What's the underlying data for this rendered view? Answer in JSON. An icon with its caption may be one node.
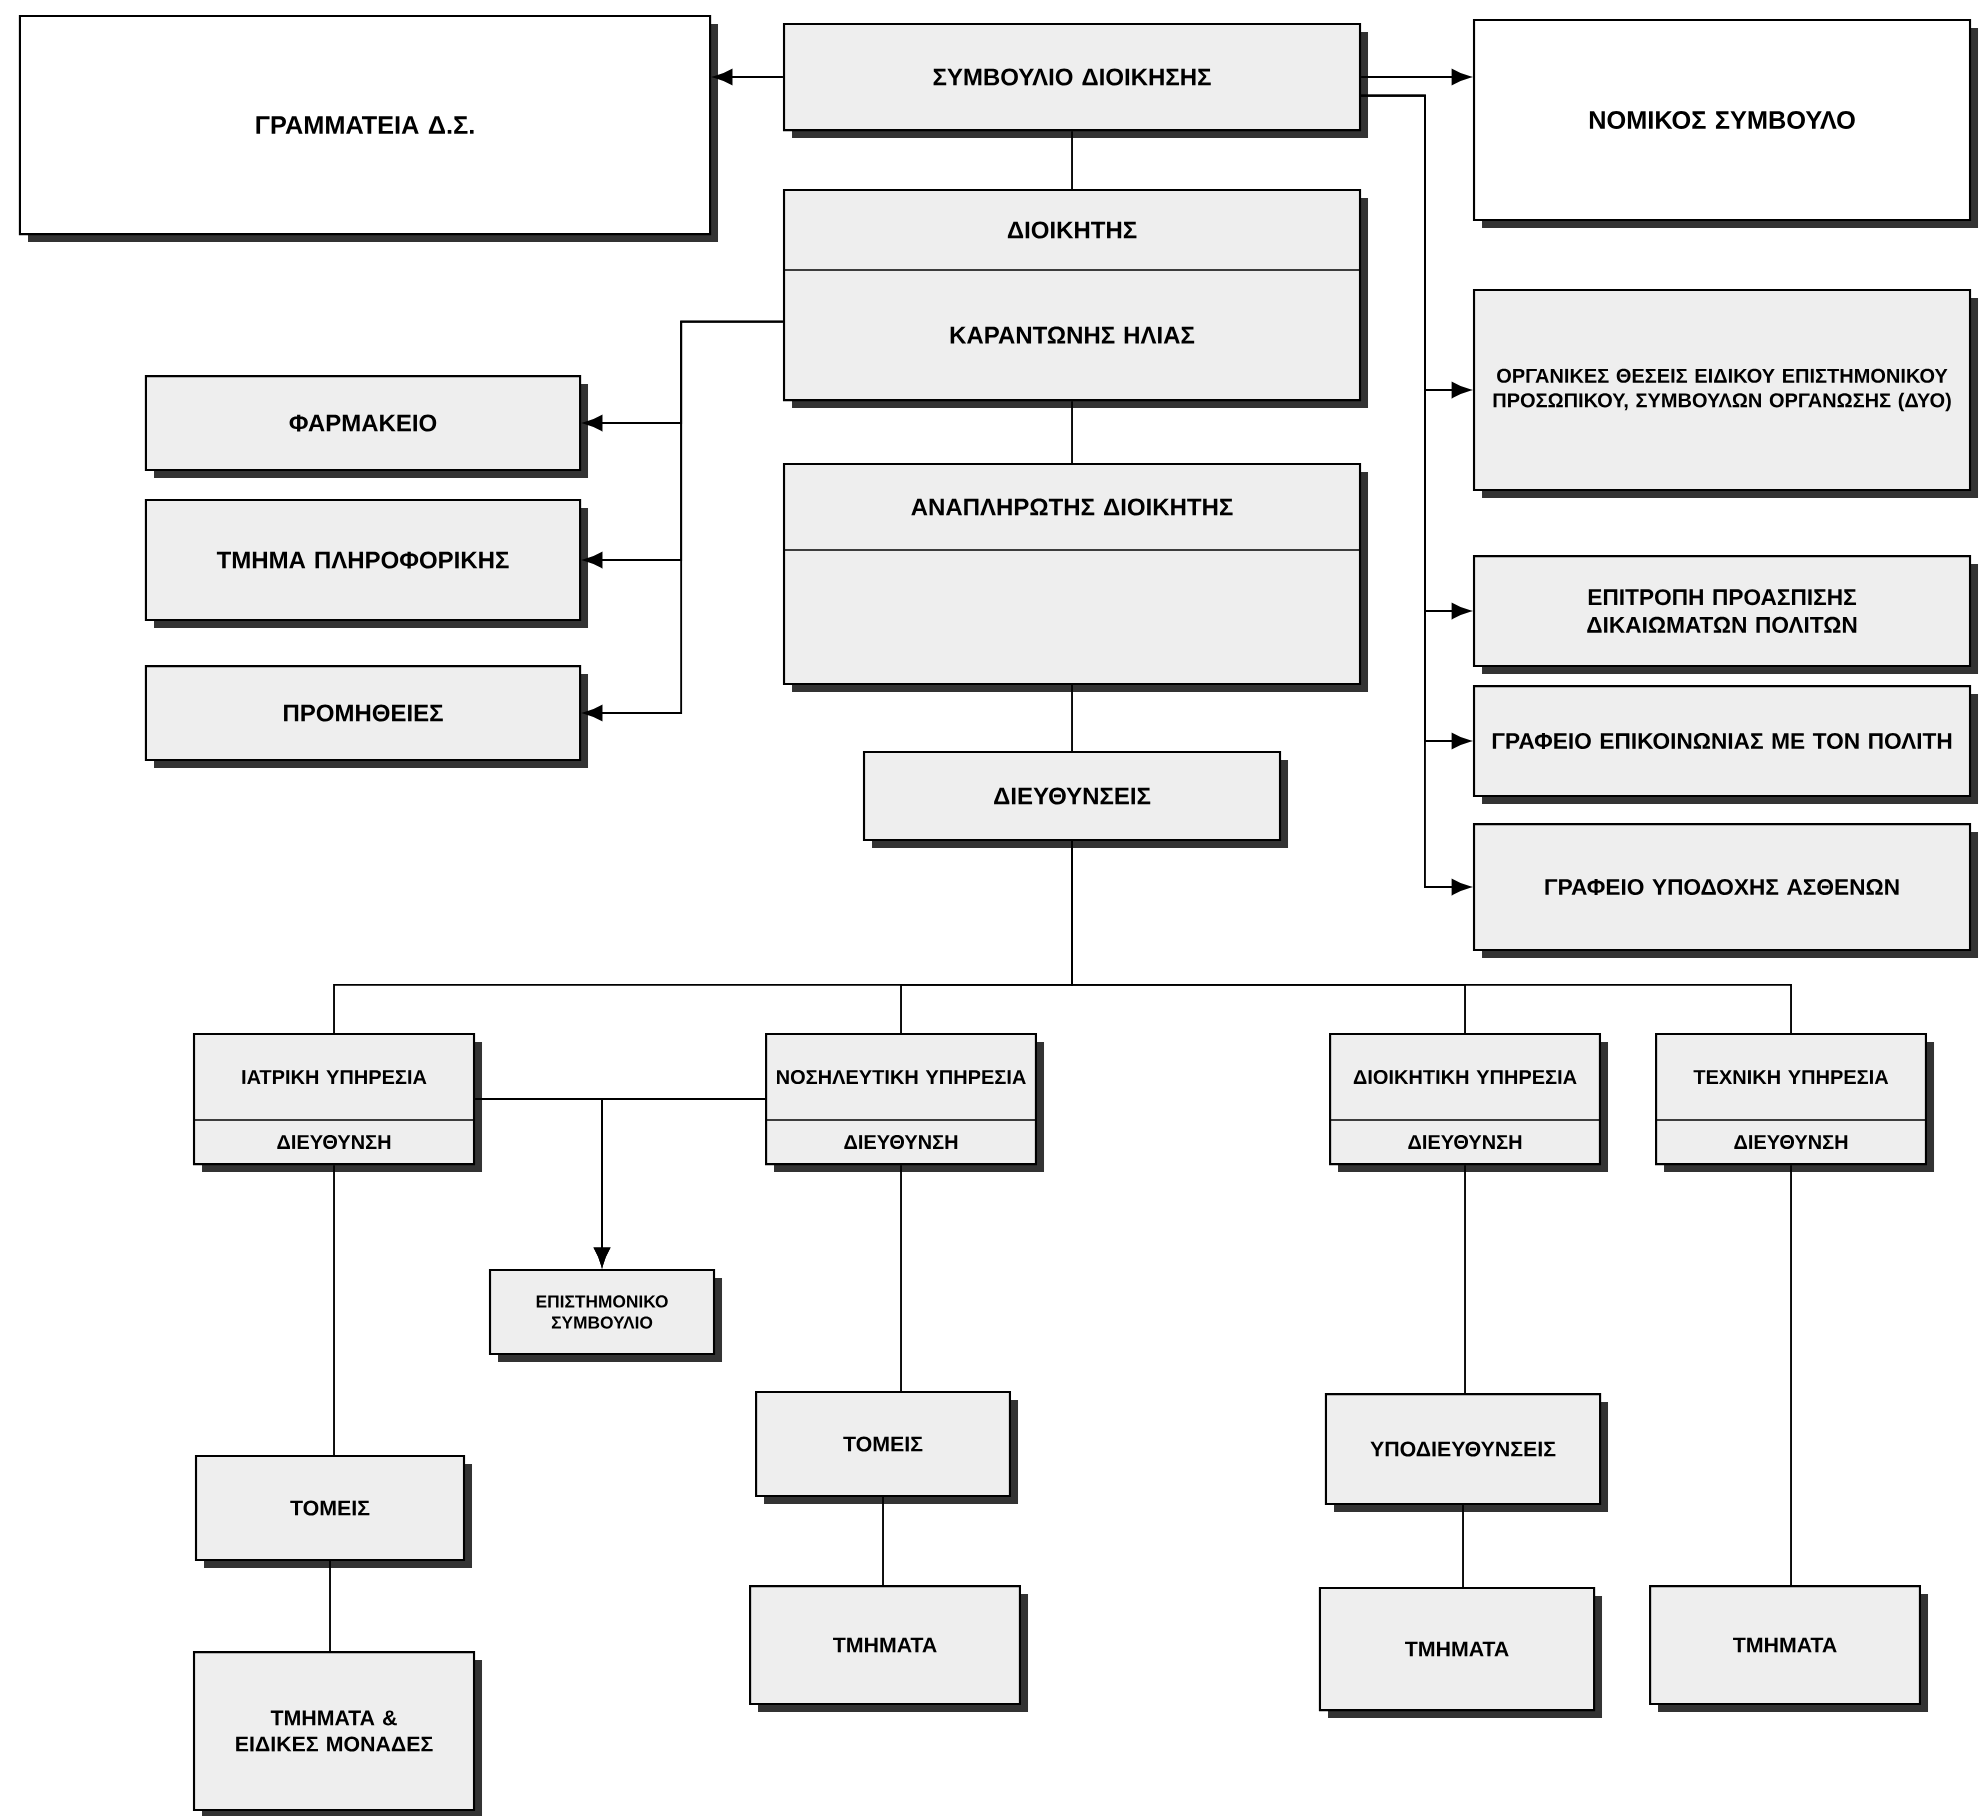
{
  "diagram": {
    "nodes": [
      {
        "text": [
          "ΣΥΜΒΟΥΛΙΟ ΔΙΟΙΚΗΣΗΣ"
        ]
      },
      {
        "text": [
          "ΓΡΑΜΜΑΤΕΙΑ Δ.Σ."
        ]
      },
      {
        "text": [
          "ΝΟΜΙΚΟΣ ΣΥΜΒΟΥΛΟ"
        ]
      },
      {
        "text": [
          "ΔΙΟΙΚΗΤΗΣ",
          "ΚΑΡΑΝΤΩΝΗΣ ΗΛΙΑΣ"
        ]
      },
      {
        "text": [
          "ΦΑΡΜΑΚΕΙΟ"
        ]
      },
      {
        "text": [
          "ΤΜΗΜΑ ΠΛΗΡΟΦΟΡΙΚΗΣ"
        ]
      },
      {
        "text": [
          "ΠΡΟΜΗΘΕΙΕΣ"
        ]
      },
      {
        "text": [
          "ΑΝΑΠΛΗΡΩΤΗΣ ΔΙΟΙΚΗΤΗΣ"
        ]
      },
      {
        "text": [
          "ΔΙΕΥΘΥΝΣΕΙΣ"
        ]
      },
      {
        "text": [
          "ΟΡΓΑΝΙΚΕΣ ΘΕΣΕΙΣ ΕΙΔΙΚΟΥ ΕΠΙΣΤΗΜΟΝΙΚΟΥ ΠΡΟΣΩΠΙΚΟΥ, ΣΥΜΒΟΥΛΩΝ ΟΡΓΑΝΩΣΗΣ (ΔΥΟ)"
        ]
      },
      {
        "text": [
          "ΕΠΙΤΡΟΠΗ ΠΡΟΑΣΠΙΣΗΣ ΔΙΚΑΙΩΜΑΤΩΝ ΠΟΛΙΤΩΝ"
        ]
      },
      {
        "text": [
          "ΓΡΑΦΕΙΟ ΕΠΙΚΟΙΝΩΝΙΑΣ ΜΕ ΤΟΝ ΠΟΛΙΤΗ"
        ]
      },
      {
        "text": [
          "ΓΡΑΦΕΙΟ ΥΠΟΔΟΧΗΣ ΑΣΘΕΝΩΝ"
        ]
      },
      {
        "text": [
          "ΙΑΤΡΙΚΗ ΥΠΗΡΕΣΙΑ",
          "ΔΙΕΥΘΥΝΣΗ"
        ]
      },
      {
        "text": [
          "ΝΟΣΗΛΕΥΤΙΚΗ ΥΠΗΡΕΣΙΑ",
          "ΔΙΕΥΘΥΝΣΗ"
        ]
      },
      {
        "text": [
          "ΔΙΟΙΚΗΤΙΚΗ ΥΠΗΡΕΣΙΑ",
          "ΔΙΕΥΘΥΝΣΗ"
        ]
      },
      {
        "text": [
          "ΤΕΧΝΙΚΗ ΥΠΗΡΕΣΙΑ",
          "ΔΙΕΥΘΥΝΣΗ"
        ]
      },
      {
        "text": [
          "ΕΠΙΣΤΗΜΟΝΙΚΟ ΣΥΜΒΟΥΛΙΟ"
        ]
      },
      {
        "text": [
          "ΤΟΜΕΙΣ"
        ]
      },
      {
        "text": [
          "ΤΜΗΜΑΤΑ & ΕΙΔΙΚΕΣ ΜΟΝΑΔΕΣ"
        ]
      },
      {
        "text": [
          "ΤΟΜΕΙΣ"
        ]
      },
      {
        "text": [
          "ΤΜΗΜΑΤΑ"
        ]
      },
      {
        "text": [
          "ΥΠΟΔΙΕΥΘΥΝΣΕΙΣ"
        ]
      },
      {
        "text": [
          "ΤΜΗΜΑΤΑ"
        ]
      },
      {
        "text": [
          "ΤΜΗΜΑΤΑ"
        ]
      }
    ],
    "edges": [
      {
        "from": 0,
        "to": 1,
        "arrow": "to"
      },
      {
        "from": 0,
        "to": 2,
        "arrow": "to"
      },
      {
        "from": 0,
        "to": 9,
        "arrow": "to"
      },
      {
        "from": 0,
        "to": 10,
        "arrow": "to"
      },
      {
        "from": 0,
        "to": 11,
        "arrow": "to"
      },
      {
        "from": 0,
        "to": 12,
        "arrow": "to"
      },
      {
        "from": 0,
        "to": 3,
        "arrow": "none"
      },
      {
        "from": 3,
        "to": 4,
        "arrow": "to"
      },
      {
        "from": 3,
        "to": 5,
        "arrow": "to"
      },
      {
        "from": 3,
        "to": 6,
        "arrow": "to"
      },
      {
        "from": 3,
        "to": 7,
        "arrow": "none"
      },
      {
        "from": 7,
        "to": 8,
        "arrow": "none"
      },
      {
        "from": 8,
        "to": 13,
        "arrow": "none"
      },
      {
        "from": 8,
        "to": 14,
        "arrow": "none"
      },
      {
        "from": 8,
        "to": 15,
        "arrow": "none"
      },
      {
        "from": 8,
        "to": 16,
        "arrow": "none"
      },
      {
        "from": 13,
        "to": 17,
        "arrow": "to"
      },
      {
        "from": 14,
        "to": 17,
        "arrow": "to"
      },
      {
        "from": 13,
        "to": 18,
        "arrow": "none"
      },
      {
        "from": 18,
        "to": 19,
        "arrow": "none"
      },
      {
        "from": 14,
        "to": 20,
        "arrow": "none"
      },
      {
        "from": 20,
        "to": 21,
        "arrow": "none"
      },
      {
        "from": 15,
        "to": 22,
        "arrow": "none"
      },
      {
        "from": 22,
        "to": 23,
        "arrow": "none"
      },
      {
        "from": 16,
        "to": 24,
        "arrow": "none"
      }
    ]
  }
}
